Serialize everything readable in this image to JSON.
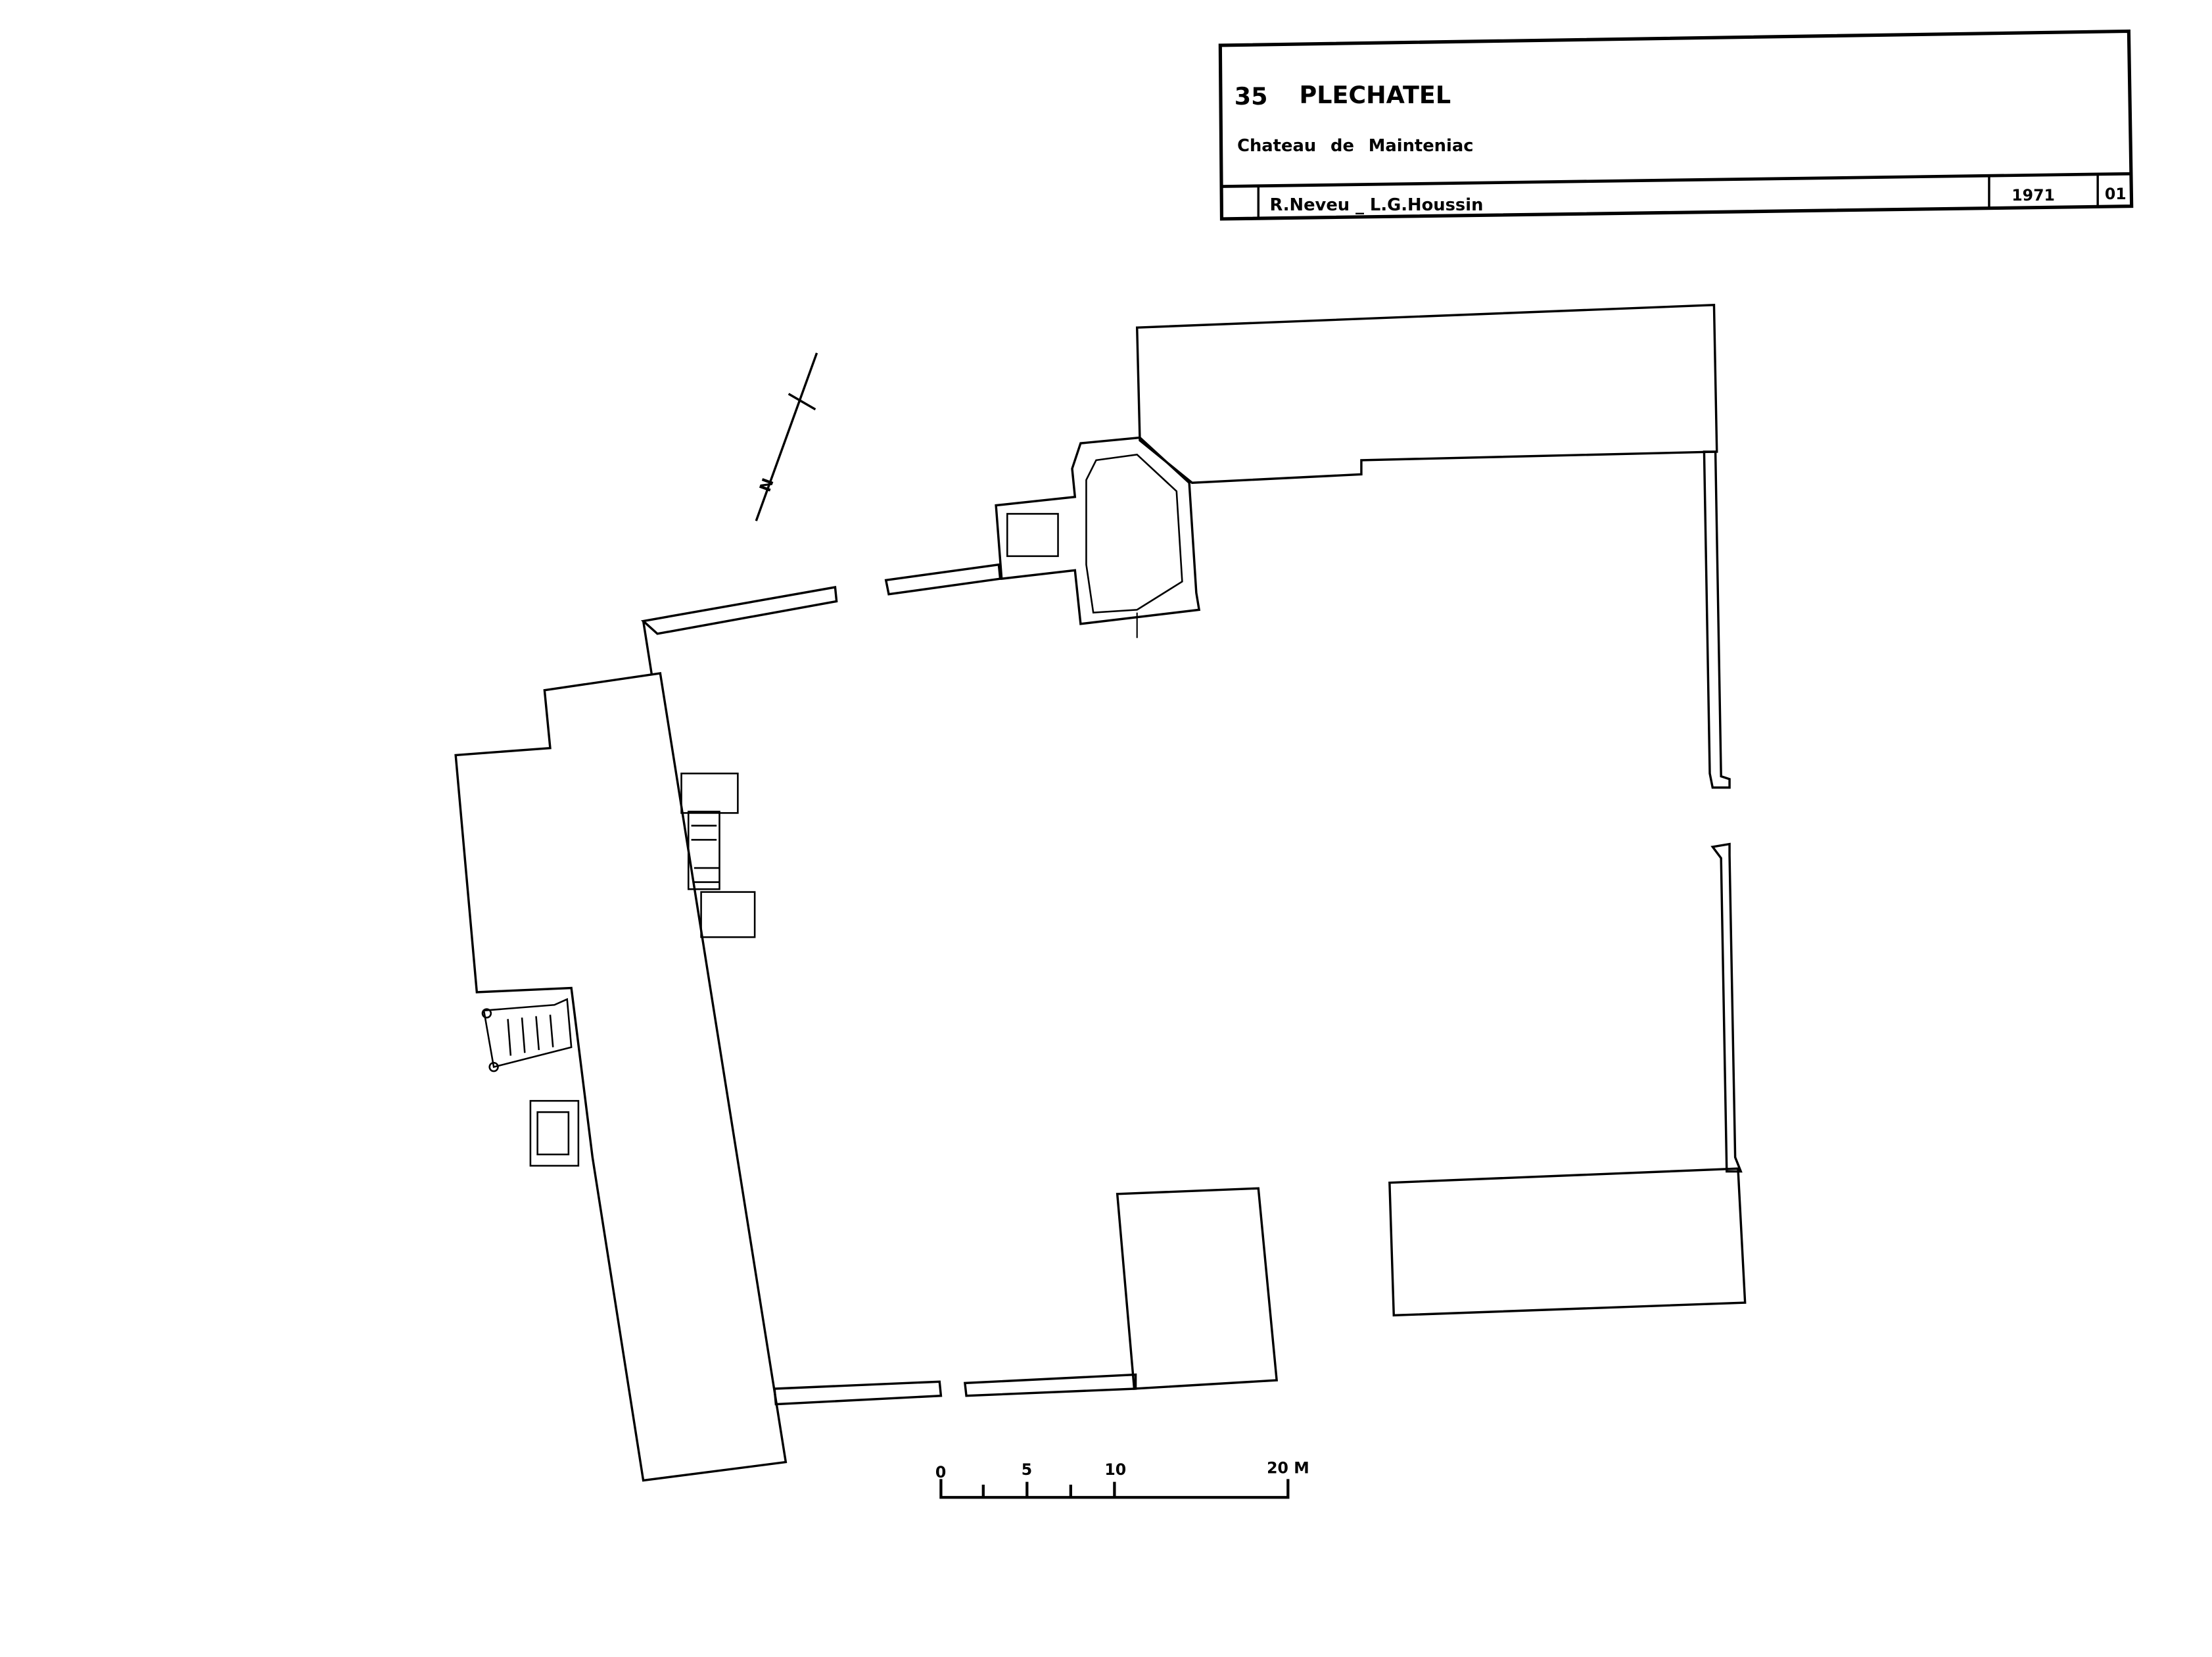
{
  "title_block": {
    "number": "35",
    "place": "PLECHATEL",
    "subtitle": "Chateau de Mainteniac",
    "authors": "R.Neveu _ L.G.Houssin",
    "year": "1971",
    "sheet": "01"
  },
  "north_arrow": {
    "label": "N"
  },
  "scale_bar": {
    "labels": [
      "0",
      "5",
      "10",
      "20 M"
    ],
    "unit": "M"
  },
  "colors": {
    "ink": "#000000",
    "paper": "#ffffff"
  }
}
